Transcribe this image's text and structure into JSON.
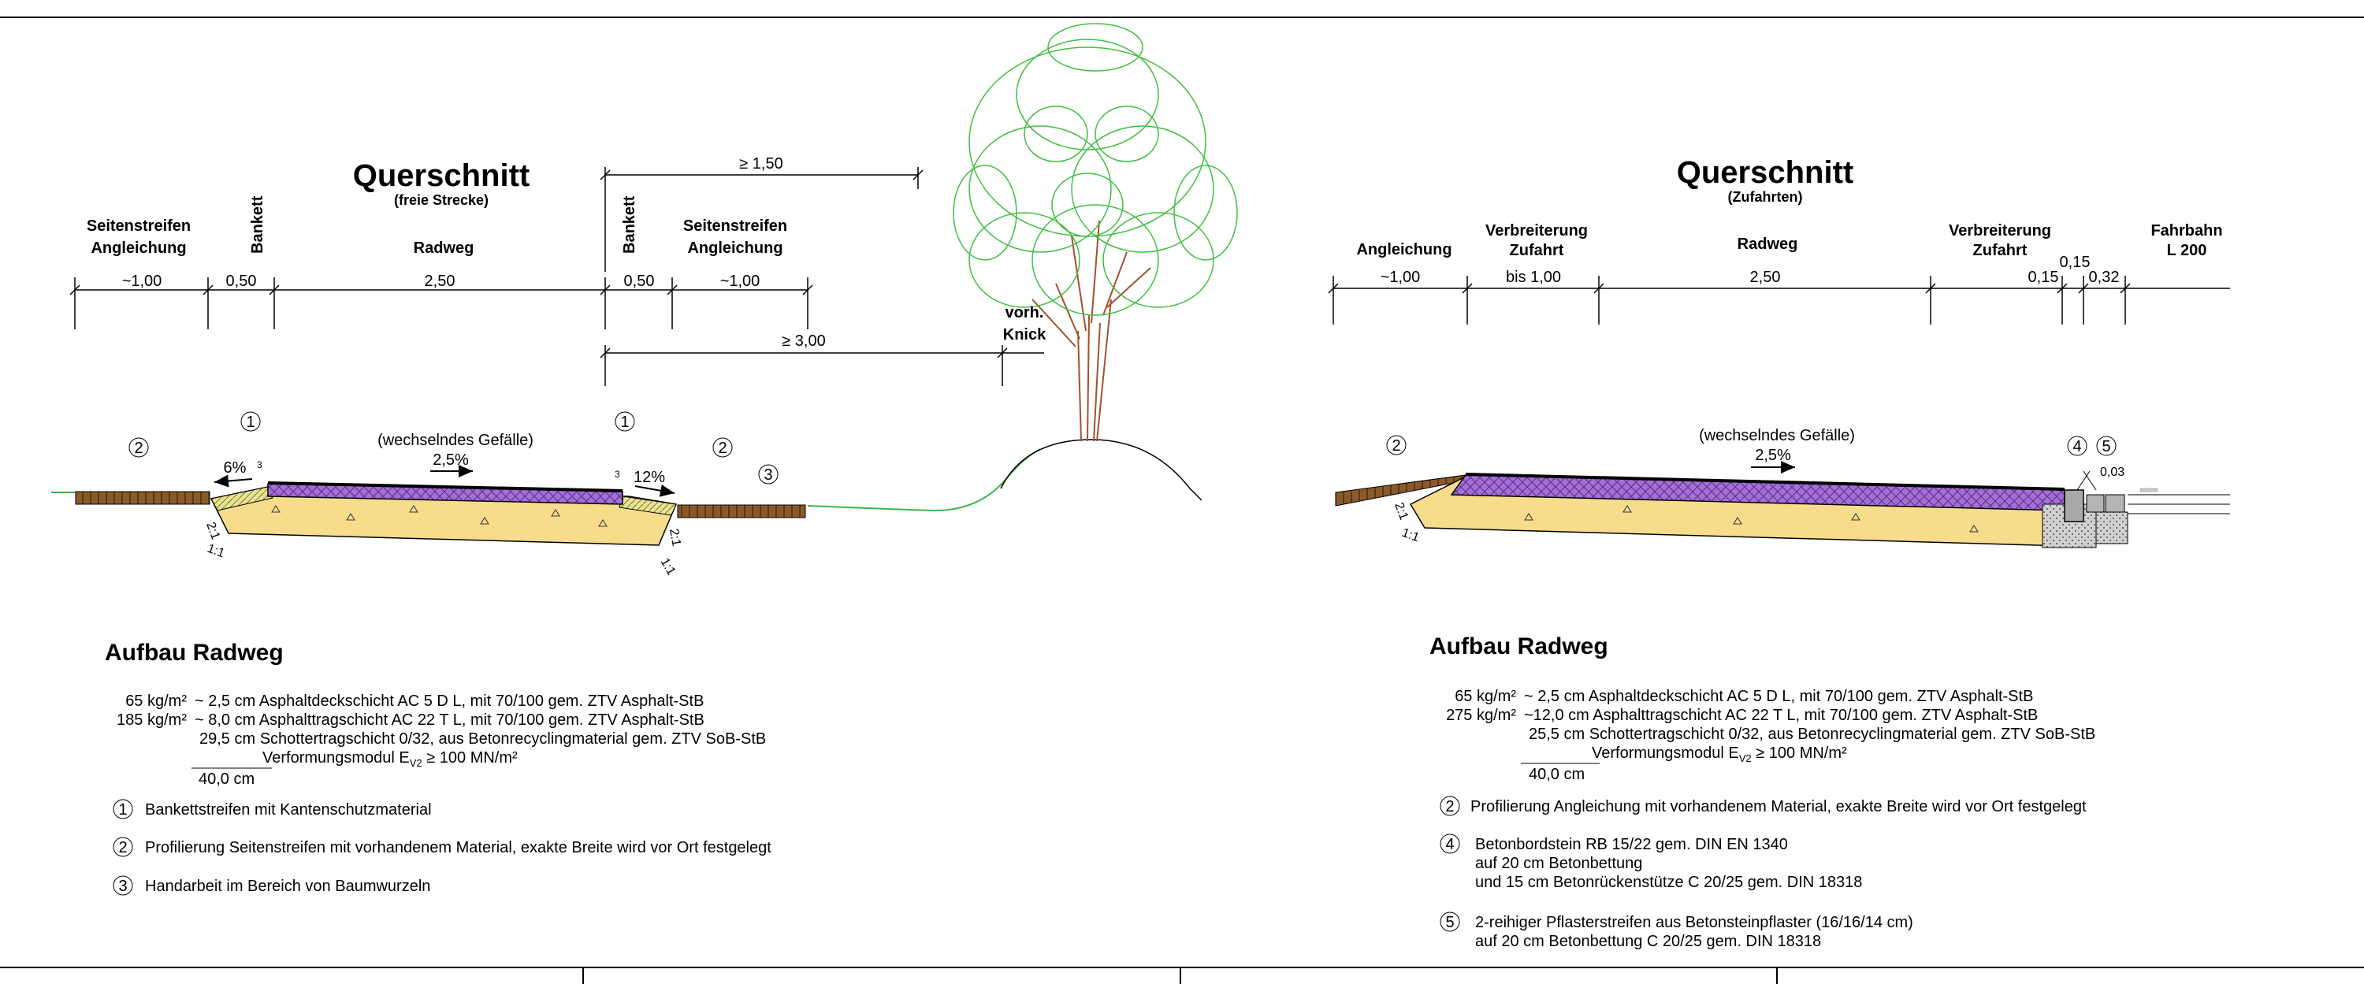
{
  "left": {
    "title": "Querschnitt",
    "subtitle": "(freie Strecke)",
    "headers": {
      "seitenstreifen_l1": "Seitenstreifen",
      "seitenstreifen_l2": "Angleichung",
      "bankett": "Bankett",
      "radweg": "Radweg",
      "bankett_r": "Bankett",
      "seitenstreifen_r1": "Seitenstreifen",
      "seitenstreifen_r2": "Angleichung",
      "vorh1": "vorh.",
      "vorh2": "Knick"
    },
    "dims": {
      "d1": "~1,00",
      "d2": "0,50",
      "d3": "2,50",
      "d4": "0,50",
      "d5": "~1,00",
      "tree1": "≥ 1,50",
      "tree2": "≥ 3,00"
    },
    "gradient_label": "(wechselndes Gefälle)",
    "gradient": "2,5%",
    "slope_left": "6%",
    "slope_right": "12%",
    "small3": "3",
    "embank": "2:1",
    "embank2": "1:1",
    "markers": {
      "m1": "1",
      "m2": "2",
      "m3": "3"
    },
    "aufbau": {
      "heading": "Aufbau Radweg",
      "rows": [
        {
          "w": "65 kg/m²",
          "t": "~ 2,5 cm Asphaltdeckschicht AC 5 D L, mit 70/100 gem. ZTV Asphalt-StB"
        },
        {
          "w": "185 kg/m²",
          "t": "~ 8,0 cm Asphalttragschicht AC 22 T L, mit 70/100 gem. ZTV Asphalt-StB"
        },
        {
          "w": "",
          "t": "29,5 cm Schottertragschicht 0/32, aus Betonrecyclingmaterial gem. ZTV SoB-StB"
        }
      ],
      "modul_pre": "Verformungsmodul E",
      "modul_sub": "V2",
      "modul_post": " ≥ 100 MN/m²",
      "total": "40,0 cm",
      "notes": [
        {
          "n": "1",
          "t": "Bankettstreifen mit Kantenschutzmaterial"
        },
        {
          "n": "2",
          "t": "Profilierung Seitenstreifen mit vorhandenem Material, exakte Breite wird vor Ort festgelegt"
        },
        {
          "n": "3",
          "t": "Handarbeit im Bereich von Baumwurzeln"
        }
      ]
    }
  },
  "right": {
    "title": "Querschnitt",
    "subtitle": "(Zufahrten)",
    "headers": {
      "angleichung": "Angleichung",
      "verbr_l1": "Verbreiterung",
      "verbr_l2": "Zufahrt",
      "radweg": "Radweg",
      "verbr_r1": "Verbreiterung",
      "verbr_r2": "Zufahrt",
      "fahrbahn1": "Fahrbahn",
      "fahrbahn2": "L 200"
    },
    "dims": {
      "d1": "~1,00",
      "d2": "bis 1,00",
      "d3": "2,50",
      "d4": "0,15",
      "d5": "0,15",
      "d6": "0,32",
      "d7": "0,03"
    },
    "gradient_label": "(wechselndes Gefälle)",
    "gradient": "2,5%",
    "embank": "2:1",
    "embank2": "1:1",
    "markers": {
      "m2": "2",
      "m4": "4",
      "m5": "5"
    },
    "aufbau": {
      "heading": "Aufbau Radweg",
      "rows": [
        {
          "w": "65 kg/m²",
          "t": "~  2,5 cm Asphaltdeckschicht AC 5 D L, mit 70/100 gem. ZTV Asphalt-StB"
        },
        {
          "w": "275 kg/m²",
          "t": "~12,0 cm Asphalttragschicht AC 22 T L, mit 70/100 gem. ZTV Asphalt-StB"
        },
        {
          "w": "",
          "t": "25,5 cm Schottertragschicht 0/32, aus Betonrecyclingmaterial gem. ZTV SoB-StB"
        }
      ],
      "modul_pre": "Verformungsmodul E",
      "modul_sub": "V2",
      "modul_post": " ≥ 100 MN/m²",
      "total": "40,0 cm",
      "notes": [
        {
          "n": "2",
          "t": "Profilierung Angleichung mit vorhandenem Material, exakte Breite wird vor Ort festgelegt"
        },
        {
          "n": "4",
          "t": "Betonbordstein RB 15/22 gem. DIN EN 1340",
          "t2": "auf 20 cm Betonbettung",
          "t3": "und 15 cm Betonrückenstütze C 20/25 gem. DIN 18318"
        },
        {
          "n": "5",
          "t": "2-reihiger Pflasterstreifen aus Betonsteinpflaster (16/16/14 cm)",
          "t2": "auf 20 cm Betonbettung C 20/25 gem. DIN 18318"
        }
      ]
    }
  },
  "colors": {
    "asphalt": "#9b59c8",
    "sub_base": "#f7dc8c",
    "bankett": "#e5e08a",
    "soil": "#8b5a2b",
    "grass": "#3cb44b",
    "tree_leaves": "#3fbf3f",
    "tree_branches": "#a0522d",
    "curb": "#a9a9a9"
  }
}
